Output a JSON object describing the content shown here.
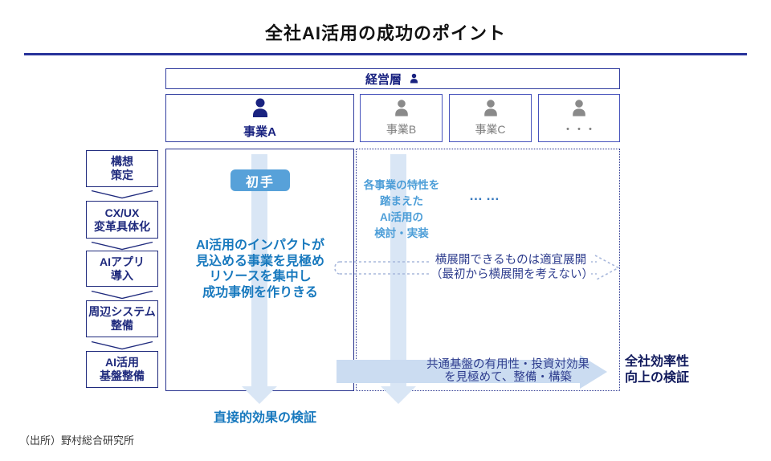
{
  "title": "全社AI活用の成功のポイント",
  "source": "（出所）野村総合研究所",
  "org": {
    "management": {
      "label": "経営層"
    },
    "businesses": [
      {
        "label": "事業A"
      },
      {
        "label": "事業B"
      },
      {
        "label": "事業C"
      },
      {
        "label": "・・・"
      }
    ]
  },
  "process_steps": [
    {
      "label": "構想\n策定"
    },
    {
      "label": "CX/UX\n変革具体化"
    },
    {
      "label": "AIアプリ\n導入"
    },
    {
      "label": "周辺システム\n整備"
    },
    {
      "label": "AI活用\n基盤整備"
    }
  ],
  "business_a": {
    "badge": "初手",
    "message": "AI活用のインパクトが\n見込める事業を見極め\nリソースを集中し\n成功事例を作りきる",
    "outcome": "直接的効果の検証"
  },
  "other_businesses": {
    "message": "各事業の特性を\n踏まえた\nAI活用の\n検討・実装",
    "dots": "……"
  },
  "horizontal_note": "横展開できるものは適宜展開\n（最初から横展開を考えない）",
  "foundation": {
    "message": "共通基盤の有用性・投資対効果\nを見極めて、整備・構築",
    "outcome": "全社効率性\n向上の検証"
  },
  "colors": {
    "title_rule": "#27329A",
    "navy_border": "#28338F",
    "royal_border": "#4753BC",
    "navy_text": "#1A2380",
    "badge_blue": "#57A1D9",
    "message_blue": "#1879BE",
    "light_blue_text": "#4D9ED8",
    "arrow_fill_light": "#D9E6F5",
    "arrow_fill_bottom": "#CBDCF1",
    "dashed_line": "#A8B8DC",
    "note_navy": "#2E3D8E",
    "dark_navy": "#10195C",
    "gray_icon": "#8A8A8A"
  }
}
